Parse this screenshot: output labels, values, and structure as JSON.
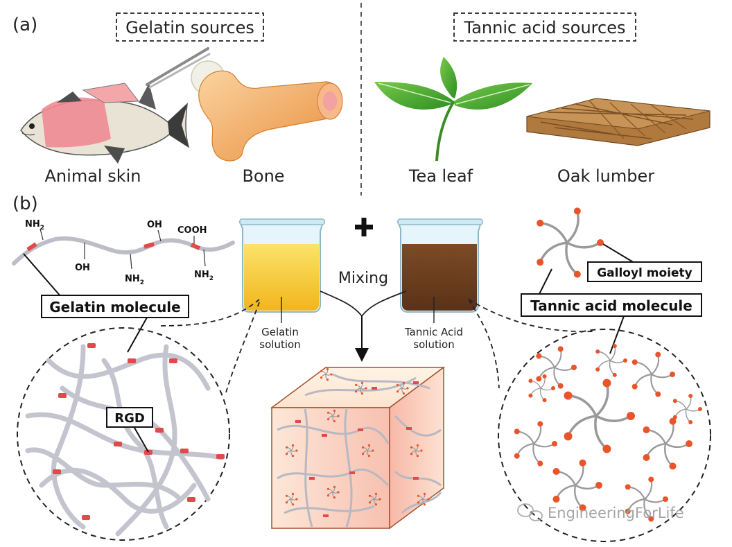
{
  "panel_a": {
    "label": "(a)",
    "gelatin_sources_title": "Gelatin sources",
    "tannic_sources_title": "Tannic acid sources",
    "animal_skin": "Animal skin",
    "bone": "Bone",
    "tea_leaf": "Tea leaf",
    "oak_lumber": "Oak lumber"
  },
  "panel_b": {
    "label": "(b)",
    "gelatin_molecule": "Gelatin molecule",
    "tannic_acid_molecule": "Tannic acid molecule",
    "galloyl_moiety": "Galloyl moiety",
    "rgd": "RGD",
    "mixing": "Mixing",
    "gelatin_solution_line1": "Gelatin",
    "gelatin_solution_line2": "solution",
    "tannic_solution_line1": "Tannic Acid",
    "tannic_solution_line2": "solution",
    "groups": {
      "nh": "NH",
      "sub2": "2",
      "oh": "OH",
      "cooh": "COOH"
    }
  },
  "watermark": "EngineeringForLife",
  "colors": {
    "rgd_red": "#e04a4a",
    "gelatin_yellow": "#f5c531",
    "tannic_brown": "#6b3e1f",
    "galloyl_orange": "#e8552b",
    "leaf_green": "#4caf2f",
    "oak_brown": "#a7743d",
    "bone_orange": "#f0a35a"
  }
}
